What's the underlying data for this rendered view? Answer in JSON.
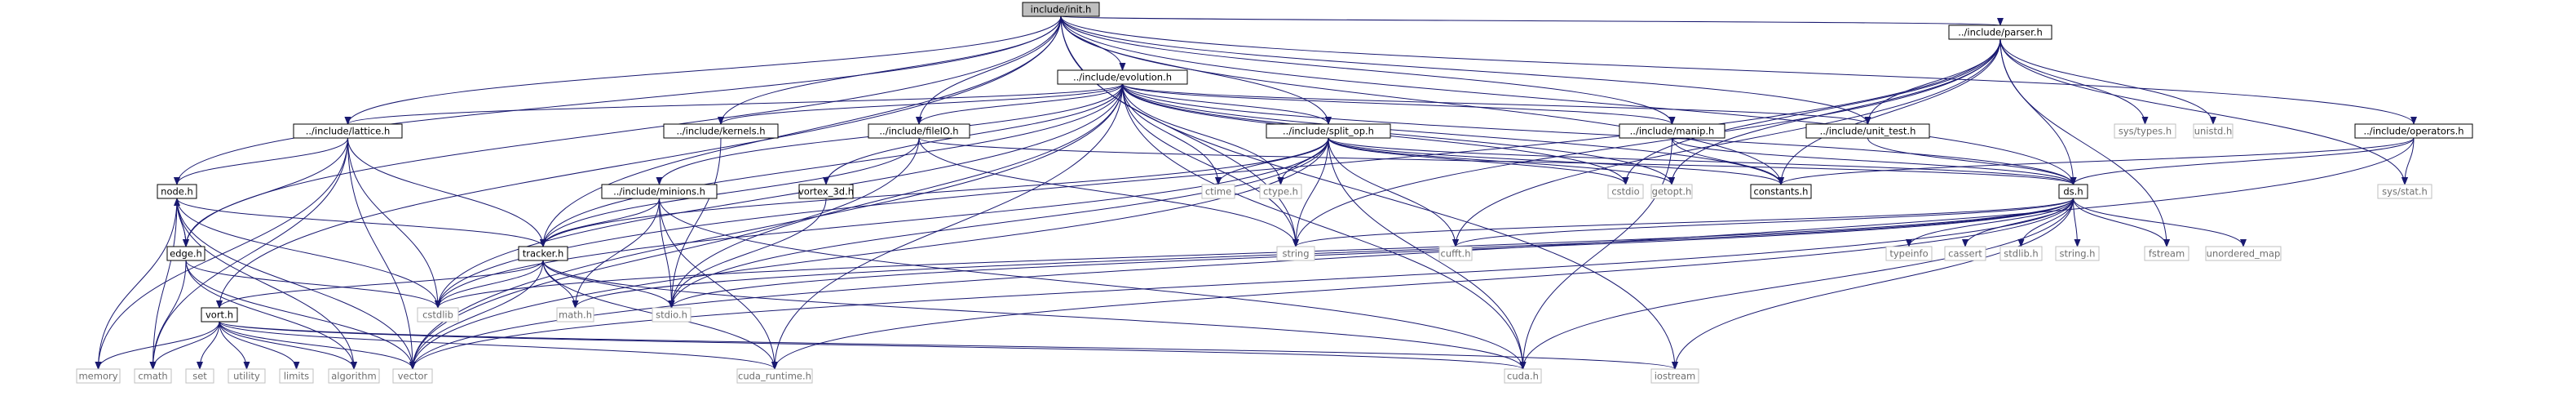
{
  "graph": {
    "colors": {
      "edge": "#191970",
      "root_fill": "#bfbfbf",
      "doc_border": "#000000",
      "sys_border": "#bfbfbf",
      "sys_text": "#6e6e6e"
    },
    "nodes": [
      {
        "id": "init",
        "label": "include/init.h",
        "kind": "root"
      },
      {
        "id": "evolution",
        "label": "../include/evolution.h",
        "kind": "doc"
      },
      {
        "id": "parser",
        "label": "../include/parser.h",
        "kind": "doc"
      },
      {
        "id": "lattice",
        "label": "../include/lattice.h",
        "kind": "doc"
      },
      {
        "id": "kernels",
        "label": "../include/kernels.h",
        "kind": "doc"
      },
      {
        "id": "fileIO",
        "label": "../include/fileIO.h",
        "kind": "doc"
      },
      {
        "id": "split_op",
        "label": "../include/split_op.h",
        "kind": "doc"
      },
      {
        "id": "manip",
        "label": "../include/manip.h",
        "kind": "doc"
      },
      {
        "id": "unit_test",
        "label": "../include/unit_test.h",
        "kind": "doc"
      },
      {
        "id": "operators",
        "label": "../include/operators.h",
        "kind": "doc"
      },
      {
        "id": "minions",
        "label": "../include/minions.h",
        "kind": "doc"
      },
      {
        "id": "vortex_3d",
        "label": "vortex_3d.h",
        "kind": "doc"
      },
      {
        "id": "node",
        "label": "node.h",
        "kind": "doc"
      },
      {
        "id": "edge",
        "label": "edge.h",
        "kind": "doc"
      },
      {
        "id": "tracker",
        "label": "tracker.h",
        "kind": "doc"
      },
      {
        "id": "vort",
        "label": "vort.h",
        "kind": "doc"
      },
      {
        "id": "ds",
        "label": "ds.h",
        "kind": "doc"
      },
      {
        "id": "constants",
        "label": "constants.h",
        "kind": "doc"
      },
      {
        "id": "ctime",
        "label": "ctime",
        "kind": "sys"
      },
      {
        "id": "ctype",
        "label": "ctype.h",
        "kind": "sys"
      },
      {
        "id": "cstdio",
        "label": "cstdio",
        "kind": "sys"
      },
      {
        "id": "getopt",
        "label": "getopt.h",
        "kind": "sys"
      },
      {
        "id": "sys_types",
        "label": "sys/types.h",
        "kind": "sys"
      },
      {
        "id": "unistd",
        "label": "unistd.h",
        "kind": "sys"
      },
      {
        "id": "sys_stat",
        "label": "sys/stat.h",
        "kind": "sys"
      },
      {
        "id": "string",
        "label": "string",
        "kind": "sys"
      },
      {
        "id": "cufft",
        "label": "cufft.h",
        "kind": "sys"
      },
      {
        "id": "typeinfo",
        "label": "typeinfo",
        "kind": "sys"
      },
      {
        "id": "cassert",
        "label": "cassert",
        "kind": "sys"
      },
      {
        "id": "stdlib",
        "label": "stdlib.h",
        "kind": "sys"
      },
      {
        "id": "string_h",
        "label": "string.h",
        "kind": "sys"
      },
      {
        "id": "fstream",
        "label": "fstream",
        "kind": "sys"
      },
      {
        "id": "unordered_map",
        "label": "unordered_map",
        "kind": "sys"
      },
      {
        "id": "cstdlib",
        "label": "cstdlib",
        "kind": "sys"
      },
      {
        "id": "math",
        "label": "math.h",
        "kind": "sys"
      },
      {
        "id": "stdio",
        "label": "stdio.h",
        "kind": "sys"
      },
      {
        "id": "memory",
        "label": "memory",
        "kind": "sys"
      },
      {
        "id": "cmath",
        "label": "cmath",
        "kind": "sys"
      },
      {
        "id": "set",
        "label": "set",
        "kind": "sys"
      },
      {
        "id": "utility",
        "label": "utility",
        "kind": "sys"
      },
      {
        "id": "limits",
        "label": "limits",
        "kind": "sys"
      },
      {
        "id": "algorithm",
        "label": "algorithm",
        "kind": "sys"
      },
      {
        "id": "vector",
        "label": "vector",
        "kind": "sys"
      },
      {
        "id": "cuda_runtime",
        "label": "cuda_runtime.h",
        "kind": "sys"
      },
      {
        "id": "cuda",
        "label": "cuda.h",
        "kind": "sys"
      },
      {
        "id": "iostream",
        "label": "iostream",
        "kind": "sys"
      }
    ],
    "edges": [
      [
        "init",
        "evolution"
      ],
      [
        "init",
        "parser"
      ],
      [
        "init",
        "lattice"
      ],
      [
        "init",
        "kernels"
      ],
      [
        "init",
        "fileIO"
      ],
      [
        "init",
        "split_op"
      ],
      [
        "init",
        "manip"
      ],
      [
        "init",
        "unit_test"
      ],
      [
        "init",
        "operators"
      ],
      [
        "init",
        "node"
      ],
      [
        "init",
        "edge"
      ],
      [
        "init",
        "tracker"
      ],
      [
        "init",
        "vort"
      ],
      [
        "init",
        "ds"
      ],
      [
        "init",
        "string"
      ],
      [
        "init",
        "iostream"
      ],
      [
        "init",
        "constants"
      ],
      [
        "evolution",
        "lattice"
      ],
      [
        "evolution",
        "kernels"
      ],
      [
        "evolution",
        "fileIO"
      ],
      [
        "evolution",
        "split_op"
      ],
      [
        "evolution",
        "manip"
      ],
      [
        "evolution",
        "unit_test"
      ],
      [
        "evolution",
        "minions"
      ],
      [
        "evolution",
        "vortex_3d"
      ],
      [
        "evolution",
        "tracker"
      ],
      [
        "evolution",
        "ctime"
      ],
      [
        "evolution",
        "ctype"
      ],
      [
        "evolution",
        "cstdio"
      ],
      [
        "evolution",
        "getopt"
      ],
      [
        "evolution",
        "constants"
      ],
      [
        "evolution",
        "ds"
      ],
      [
        "evolution",
        "string"
      ],
      [
        "evolution",
        "cstdlib"
      ],
      [
        "evolution",
        "cuda_runtime"
      ],
      [
        "evolution",
        "cuda"
      ],
      [
        "evolution",
        "vector"
      ],
      [
        "evolution",
        "stdio"
      ],
      [
        "parser",
        "ds"
      ],
      [
        "parser",
        "unit_test"
      ],
      [
        "parser",
        "cstdio"
      ],
      [
        "parser",
        "getopt"
      ],
      [
        "parser",
        "sys_types"
      ],
      [
        "parser",
        "unistd"
      ],
      [
        "parser",
        "sys_stat"
      ],
      [
        "parser",
        "fstream"
      ],
      [
        "parser",
        "string"
      ],
      [
        "parser",
        "cstdlib"
      ],
      [
        "parser",
        "constants"
      ],
      [
        "parser",
        "cufft"
      ],
      [
        "lattice",
        "node"
      ],
      [
        "lattice",
        "edge"
      ],
      [
        "lattice",
        "tracker"
      ],
      [
        "lattice",
        "cstdlib"
      ],
      [
        "lattice",
        "vector"
      ],
      [
        "lattice",
        "memory"
      ],
      [
        "lattice",
        "cmath"
      ],
      [
        "kernels",
        "stdio"
      ],
      [
        "fileIO",
        "tracker"
      ],
      [
        "fileIO",
        "string"
      ],
      [
        "fileIO",
        "ds"
      ],
      [
        "fileIO",
        "vector"
      ],
      [
        "split_op",
        "tracker"
      ],
      [
        "split_op",
        "ctime"
      ],
      [
        "split_op",
        "ctype"
      ],
      [
        "split_op",
        "cstdio"
      ],
      [
        "split_op",
        "getopt"
      ],
      [
        "split_op",
        "constants"
      ],
      [
        "split_op",
        "ds"
      ],
      [
        "split_op",
        "string"
      ],
      [
        "split_op",
        "cufft"
      ],
      [
        "split_op",
        "cuda"
      ],
      [
        "split_op",
        "cstdlib"
      ],
      [
        "split_op",
        "vector"
      ],
      [
        "split_op",
        "stdio"
      ],
      [
        "manip",
        "constants"
      ],
      [
        "manip",
        "ds"
      ],
      [
        "manip",
        "cuda"
      ],
      [
        "unit_test",
        "ds"
      ],
      [
        "operators",
        "ds"
      ],
      [
        "operators",
        "constants"
      ],
      [
        "operators",
        "sys_stat"
      ],
      [
        "operators",
        "vector"
      ],
      [
        "minions",
        "tracker"
      ],
      [
        "minions",
        "math"
      ],
      [
        "minions",
        "stdio"
      ],
      [
        "minions",
        "cuda_runtime"
      ],
      [
        "minions",
        "cuda"
      ],
      [
        "vortex_3d",
        "stdio"
      ],
      [
        "node",
        "edge"
      ],
      [
        "node",
        "tracker"
      ],
      [
        "node",
        "cstdlib"
      ],
      [
        "node",
        "memory"
      ],
      [
        "node",
        "cmath"
      ],
      [
        "node",
        "algorithm"
      ],
      [
        "node",
        "vector"
      ],
      [
        "edge",
        "node"
      ],
      [
        "edge",
        "cstdlib"
      ],
      [
        "edge",
        "cmath"
      ],
      [
        "edge",
        "algorithm"
      ],
      [
        "edge",
        "vector"
      ],
      [
        "tracker",
        "vort"
      ],
      [
        "tracker",
        "math"
      ],
      [
        "tracker",
        "stdio"
      ],
      [
        "tracker",
        "cstdlib"
      ],
      [
        "tracker",
        "vector"
      ],
      [
        "tracker",
        "cuda_runtime"
      ],
      [
        "tracker",
        "cuda"
      ],
      [
        "vort",
        "memory"
      ],
      [
        "vort",
        "cmath"
      ],
      [
        "vort",
        "set"
      ],
      [
        "vort",
        "utility"
      ],
      [
        "vort",
        "limits"
      ],
      [
        "vort",
        "algorithm"
      ],
      [
        "vort",
        "vector"
      ],
      [
        "vort",
        "cuda_runtime"
      ],
      [
        "vort",
        "cuda"
      ],
      [
        "vort",
        "iostream"
      ],
      [
        "ds",
        "string"
      ],
      [
        "ds",
        "typeinfo"
      ],
      [
        "ds",
        "cassert"
      ],
      [
        "ds",
        "stdlib"
      ],
      [
        "ds",
        "string_h"
      ],
      [
        "ds",
        "fstream"
      ],
      [
        "ds",
        "unordered_map"
      ],
      [
        "ds",
        "iostream"
      ],
      [
        "ds",
        "cufft"
      ],
      [
        "ds",
        "cstdlib"
      ],
      [
        "ds",
        "stdio"
      ],
      [
        "ds",
        "cuda"
      ],
      [
        "ds",
        "cuda_runtime"
      ],
      [
        "ds",
        "vector"
      ],
      [
        "ds",
        "math"
      ]
    ]
  }
}
